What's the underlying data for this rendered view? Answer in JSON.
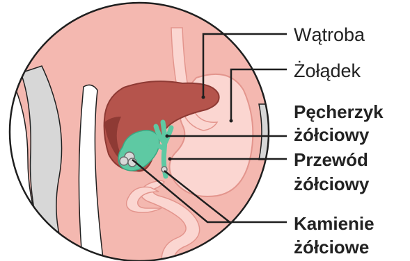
{
  "labels": {
    "liver": "Wątroba",
    "stomach": "Żołądek",
    "gallbladder_line1": "Pęcherzyk",
    "gallbladder_line2": "żółciowy",
    "bile_duct_line1": "Przewód",
    "bile_duct_line2": "żółciowy",
    "gallstones_line1": "Kamienie",
    "gallstones_line2": "żółciowe"
  },
  "colors": {
    "skin": "#f4b8b0",
    "skin_dark": "#e3958d",
    "liver": "#b5544c",
    "liver_dark": "#8e3a34",
    "stomach": "#fbd6d1",
    "gallbladder": "#5ec9a3",
    "stones": "#d9d9d9",
    "outline": "#1f1f1f",
    "rib": "#d7d7d7"
  }
}
